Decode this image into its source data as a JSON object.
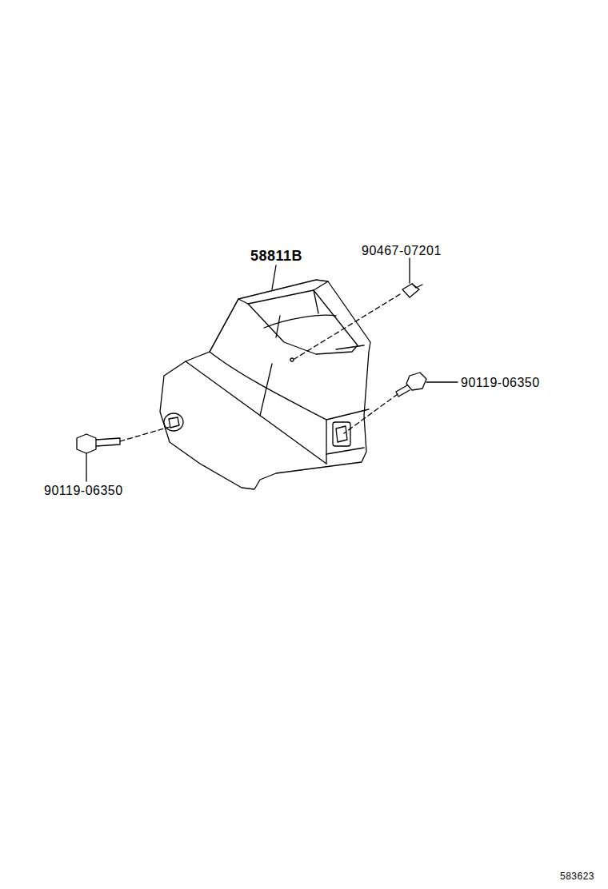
{
  "diagram": {
    "labels": [
      "58811B",
      "90467-07201",
      "90119-06350",
      "90119-06350",
      "583623"
    ]
  }
}
